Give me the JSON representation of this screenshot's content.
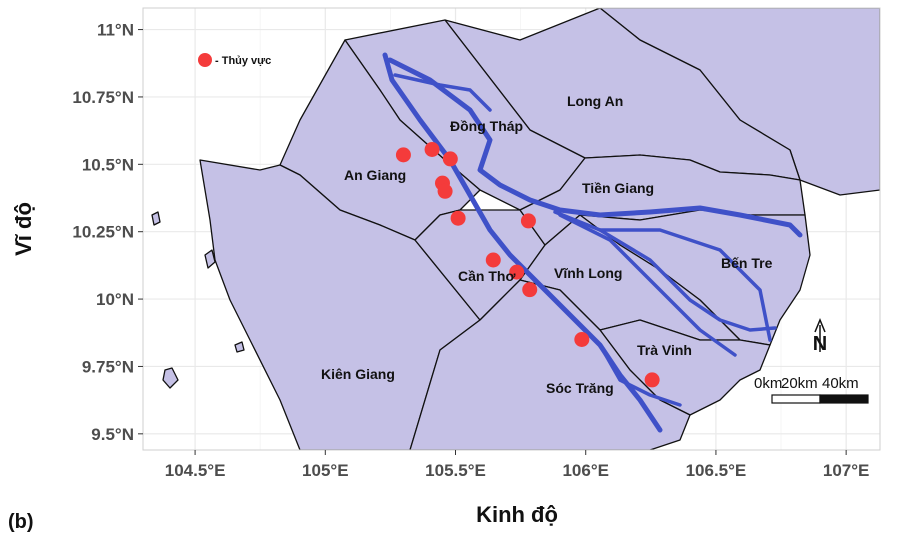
{
  "panel_label": "(b)",
  "axes": {
    "x_title": "Kinh độ",
    "y_title": "Vĩ độ",
    "x_ticks": [
      "104.5°E",
      "105°E",
      "105.5°E",
      "106°E",
      "106.5°E",
      "107°E"
    ],
    "y_ticks": [
      "11°N",
      "10.75°N",
      "10.5°N",
      "10.25°N",
      "10°N",
      "9.75°N",
      "9.5°N"
    ],
    "x_tick_values": [
      104.5,
      105.0,
      105.5,
      106.0,
      106.5,
      107.0
    ],
    "y_tick_values": [
      11.0,
      10.75,
      10.5,
      10.25,
      10.0,
      9.75,
      9.5
    ],
    "xlim": [
      104.3,
      107.13
    ],
    "ylim": [
      9.44,
      11.08
    ]
  },
  "legend": {
    "label": "- Thủy vực",
    "color": "#f43b3b"
  },
  "regions": {
    "long_an": "Long An",
    "dong_thap": "Đồng Tháp",
    "an_giang": "An Giang",
    "tien_giang": "Tiền Giang",
    "ben_tre": "Bến Tre",
    "can_tho": "Cần Thơ",
    "vinh_long": "Vĩnh Long",
    "tra_vinh": "Trà Vinh",
    "kien_giang": "Kiên Giang",
    "soc_trang": "Sóc Trăng"
  },
  "north_arrow": "N",
  "scale_bar": {
    "labels": [
      "0km",
      "20km",
      "40km"
    ]
  },
  "colors": {
    "land": "#c5c1e6",
    "river": "#3f51c8",
    "point": "#f43b3b",
    "grid": "#e9e9e9"
  },
  "sampling_points": [
    {
      "lon": 105.3,
      "lat": 10.535
    },
    {
      "lon": 105.41,
      "lat": 10.555
    },
    {
      "lon": 105.48,
      "lat": 10.52
    },
    {
      "lon": 105.45,
      "lat": 10.43
    },
    {
      "lon": 105.46,
      "lat": 10.4
    },
    {
      "lon": 105.51,
      "lat": 10.3
    },
    {
      "lon": 105.645,
      "lat": 10.145
    },
    {
      "lon": 105.735,
      "lat": 10.1
    },
    {
      "lon": 105.785,
      "lat": 10.035
    },
    {
      "lon": 105.78,
      "lat": 10.29
    },
    {
      "lon": 105.985,
      "lat": 9.85
    },
    {
      "lon": 106.255,
      "lat": 9.7
    }
  ]
}
